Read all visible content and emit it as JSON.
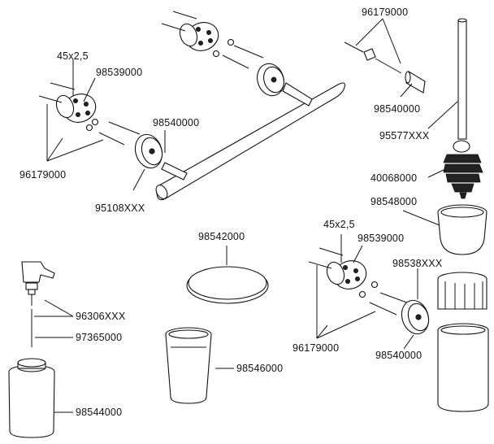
{
  "labels": {
    "dim_left": "45x2,5",
    "p98539000_left": "98539000",
    "p96179000_left": "96179000",
    "p98540000_mid": "98540000",
    "p95108xxx": "95108XXX",
    "p96179000_top": "96179000",
    "p98540000_top": "98540000",
    "p95577xxx": "95577XXX",
    "p40068000": "40068000",
    "p98548000": "98548000",
    "p98542000": "98542000",
    "dim_right": "45x2,5",
    "p98539000_right": "98539000",
    "p98538xxx": "98538XXX",
    "p96179000_right": "96179000",
    "p98540000_right": "98540000",
    "p96306xxx": "96306XXX",
    "p97365000": "97365000",
    "p98546000": "98546000",
    "p98544000": "98544000"
  }
}
